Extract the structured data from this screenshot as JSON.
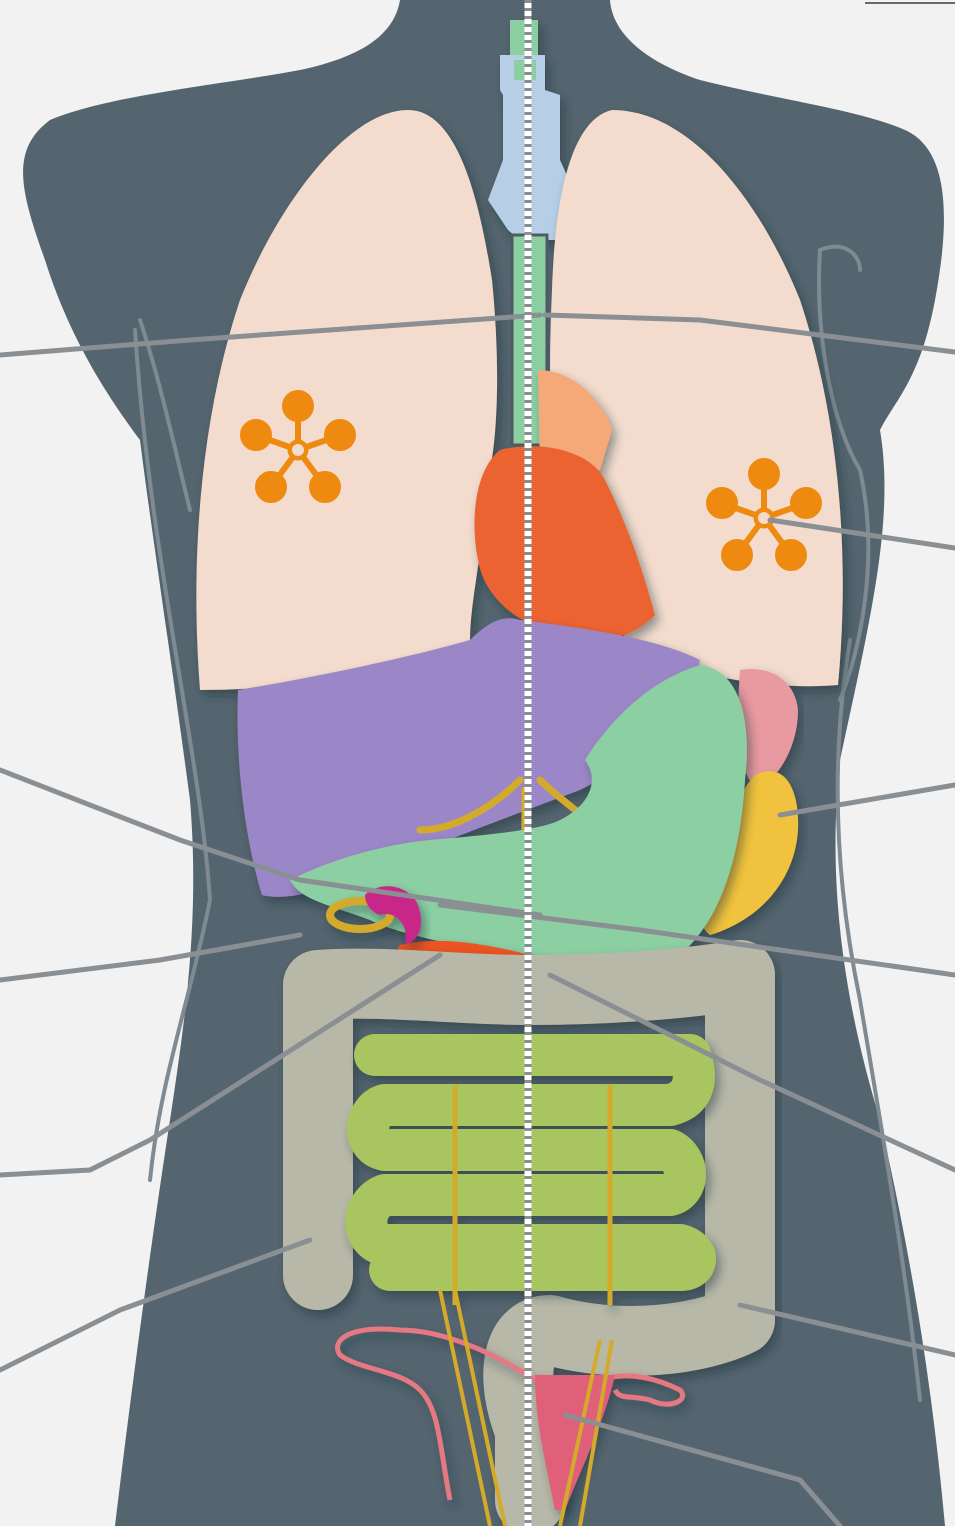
{
  "colors": {
    "background": "#f2f2f2",
    "body": "#55656f",
    "lung": "#f3dccd",
    "alveoli": "#ef8a10",
    "liver": "#9b87c8",
    "stomach": "#8ccfa3",
    "heart": "#ec6430",
    "spleen": "#e89aa0",
    "gallbladder": "#f1c23d",
    "pancreas": "#ec5220",
    "duodenum": "#c9288a",
    "large_intestine": "#b8b8a8",
    "small_intestine": "#a8c560",
    "trachea": "#b6cfe6",
    "esophagus": "#8ccfa3",
    "uterus": "#e0607a",
    "fallopian": "#e57880",
    "nerves": "#d4aa2a",
    "leader_lines": "#8a8f93",
    "midline": "#ffffff"
  },
  "labels": [],
  "organs": [
    {
      "name": "trachea",
      "icon": "trachea-shape"
    },
    {
      "name": "lungs",
      "icon": "lung-shape"
    },
    {
      "name": "heart",
      "icon": "heart-shape"
    },
    {
      "name": "liver",
      "icon": "liver-shape"
    },
    {
      "name": "stomach",
      "icon": "stomach-shape"
    },
    {
      "name": "spleen",
      "icon": "spleen-shape"
    },
    {
      "name": "gallbladder",
      "icon": "gallbladder-shape"
    },
    {
      "name": "pancreas",
      "icon": "pancreas-shape"
    },
    {
      "name": "large-intestine",
      "icon": "colon-shape"
    },
    {
      "name": "small-intestine",
      "icon": "intestine-shape"
    },
    {
      "name": "uterus",
      "icon": "uterus-shape"
    }
  ]
}
